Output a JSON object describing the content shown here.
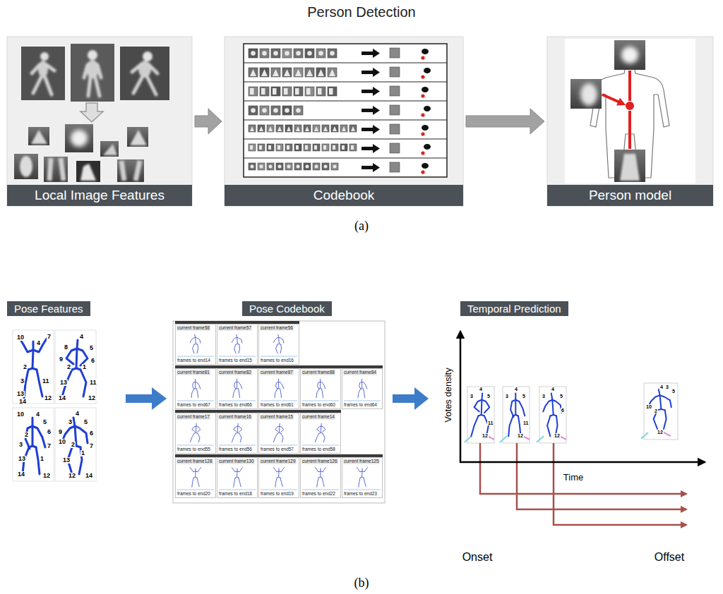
{
  "diagram": {
    "title": "Person Detection",
    "nodes": [
      {
        "text": [
          "Local Image Features"
        ]
      },
      {
        "text": [
          "Codebook"
        ]
      },
      {
        "text": [
          "Person model"
        ]
      },
      {
        "text": [
          "Pose Features"
        ]
      },
      {
        "text": [
          "Pose Codebook"
        ]
      },
      {
        "text": [
          "Temporal Prediction"
        ]
      },
      {
        "text": [
          "current frame58",
          "frames to end14"
        ]
      },
      {
        "text": [
          "current frame57",
          "frames to end15"
        ]
      },
      {
        "text": [
          "current frame56",
          "frames to end16"
        ]
      },
      {
        "text": [
          "current frame81",
          "frames to end67"
        ]
      },
      {
        "text": [
          "current frame82",
          "frames to end66"
        ]
      },
      {
        "text": [
          "current frame87",
          "frames to end61"
        ]
      },
      {
        "text": [
          "current frame88",
          "frames to end60"
        ]
      },
      {
        "text": [
          "current frame84",
          "frames to end64"
        ]
      },
      {
        "text": [
          "current frame17",
          "frames to end55"
        ]
      },
      {
        "text": [
          "current frame16",
          "frames to end56"
        ]
      },
      {
        "text": [
          "current frame15",
          "frames to end57"
        ]
      },
      {
        "text": [
          "current frame14",
          "frames to end58"
        ]
      },
      {
        "text": [
          "current frame128",
          "frames to end20"
        ]
      },
      {
        "text": [
          "current frame130",
          "frames to end18"
        ]
      },
      {
        "text": [
          "current frame129",
          "frames to end19"
        ]
      },
      {
        "text": [
          "current frame126",
          "frames to end22"
        ]
      },
      {
        "text": [
          "current frame125",
          "frames to end23"
        ]
      }
    ],
    "edges": [
      {
        "from": 0,
        "to": 1,
        "arrow": "to"
      },
      {
        "from": 1,
        "to": 2,
        "arrow": "to"
      }
    ],
    "labels": [
      "(a)",
      "(b)",
      "10",
      "4",
      "7",
      "2",
      "3",
      "11",
      "13",
      "14",
      "12",
      "4",
      "8",
      "5",
      "9",
      "6",
      "2",
      "1",
      "13",
      "11",
      "14",
      "12",
      "10",
      "4",
      "5",
      "2",
      "6",
      "3",
      "7",
      "13",
      "1",
      "14",
      "12",
      "4",
      "3",
      "5",
      "6",
      "9",
      "10",
      "2",
      "7",
      "1",
      "13",
      "14",
      "12",
      "Votes density",
      "Time",
      "Onset",
      "Offset",
      "4",
      "3",
      "5",
      "11",
      "12",
      "4",
      "3",
      "5",
      "11",
      "12",
      "4",
      "3",
      "5",
      "6",
      "12",
      "4",
      "3",
      "5",
      "10",
      "2",
      "12"
    ]
  }
}
